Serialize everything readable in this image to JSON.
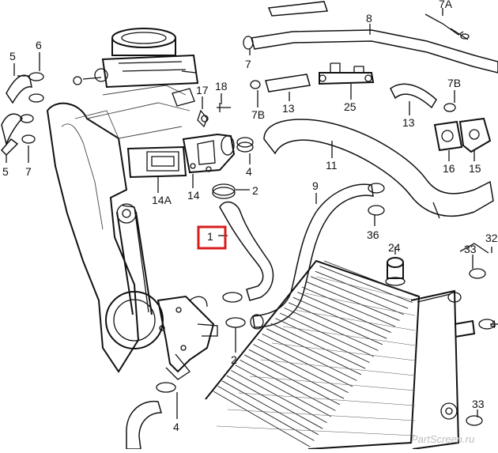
{
  "diagram": {
    "labels": [
      {
        "id": "lbl-5a",
        "text": "5"
      },
      {
        "id": "lbl-6",
        "text": "6"
      },
      {
        "id": "lbl-5b",
        "text": "5"
      },
      {
        "id": "lbl-7a",
        "text": "7"
      },
      {
        "id": "lbl-17",
        "text": "17"
      },
      {
        "id": "lbl-18",
        "text": "18"
      },
      {
        "id": "lbl-7b",
        "text": "7"
      },
      {
        "id": "lbl-8",
        "text": "8"
      },
      {
        "id": "lbl-7A",
        "text": "7A"
      },
      {
        "id": "lbl-7B-left",
        "text": "7B"
      },
      {
        "id": "lbl-13a",
        "text": "13"
      },
      {
        "id": "lbl-25",
        "text": "25"
      },
      {
        "id": "lbl-7B-right",
        "text": "7B"
      },
      {
        "id": "lbl-13b",
        "text": "13"
      },
      {
        "id": "lbl-16",
        "text": "16"
      },
      {
        "id": "lbl-15",
        "text": "15"
      },
      {
        "id": "lbl-14A",
        "text": "14A"
      },
      {
        "id": "lbl-14",
        "text": "14"
      },
      {
        "id": "lbl-4a",
        "text": "4"
      },
      {
        "id": "lbl-11",
        "text": "11"
      },
      {
        "id": "lbl-2a",
        "text": "2"
      },
      {
        "id": "lbl-9",
        "text": "9"
      },
      {
        "id": "lbl-36",
        "text": "36"
      },
      {
        "id": "lbl-1",
        "text": "1"
      },
      {
        "id": "lbl-24",
        "text": "24"
      },
      {
        "id": "lbl-33a",
        "text": "33"
      },
      {
        "id": "lbl-32",
        "text": "32"
      },
      {
        "id": "lbl-4b",
        "text": "4"
      },
      {
        "id": "lbl-2b",
        "text": "2"
      },
      {
        "id": "lbl-4c",
        "text": "4"
      },
      {
        "id": "lbl-33b",
        "text": "33"
      }
    ],
    "highlighted_part": "1",
    "highlight_color": "#d81c1c",
    "watermark": "PartScreen.ru"
  }
}
